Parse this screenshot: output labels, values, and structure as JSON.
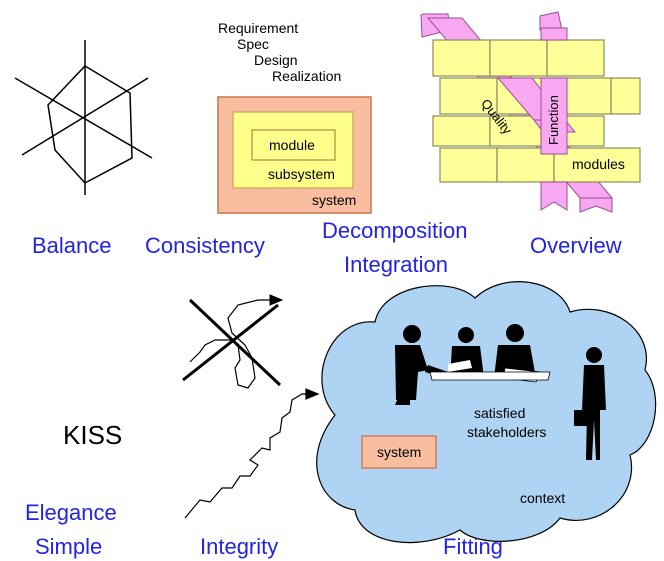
{
  "labels": {
    "balance": "Balance",
    "consistency": "Consistency",
    "decomposition": "Decomposition",
    "integration": "Integration",
    "overview": "Overview",
    "kiss": "KISS",
    "elegance": "Elegance",
    "simple": "Simple",
    "integrity": "Integrity",
    "fitting": "Fitting"
  },
  "consistency_diagram": {
    "steps": [
      "Requirement",
      "Spec",
      "Design",
      "Realization"
    ],
    "module": "module",
    "subsystem": "subsystem",
    "system": "system"
  },
  "overview_diagram": {
    "quality": "Quality",
    "function": "Function",
    "modules": "modules"
  },
  "fitting_diagram": {
    "satisfied_line1": "satisfied",
    "satisfied_line2": "stakeholders",
    "system": "system",
    "context": "context"
  },
  "colors": {
    "label_blue": "#2323e6",
    "system_fill": "#f9bea0",
    "subsystem_fill": "#ffff8c",
    "brick_fill": "#ffff99",
    "ribbon_fill": "#f7a8f0",
    "cloud_fill": "#aed3f3"
  }
}
